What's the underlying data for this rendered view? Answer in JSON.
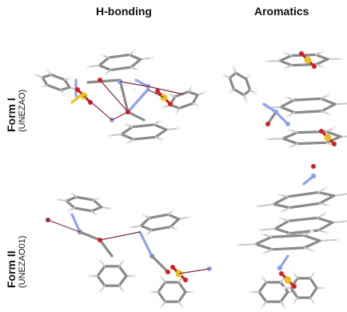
{
  "columns": {
    "hbond": "H-bonding",
    "aromatics": "Aromatics"
  },
  "rows": [
    {
      "name": "Form I",
      "code": "(UNEZAO)"
    },
    {
      "name": "Form II",
      "code": "(UNEZAO01)"
    }
  ],
  "colors": {
    "carbon": "#8a8a8a",
    "hydrogen": "#eeeeee",
    "nitrogen": "#8fa3e8",
    "oxygen": "#d42020",
    "sulfur": "#e8c020",
    "hbond": "#7a2a4a"
  }
}
